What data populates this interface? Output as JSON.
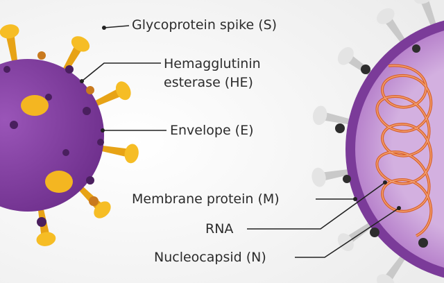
{
  "labels": {
    "spike": "Glycoprotein spike  (S)",
    "he_line1": "Hemagglutinin",
    "he_line2": "esterase (HE)",
    "envelope": "Envelope  (E)",
    "membrane": "Membrane protein (M)",
    "rna": "RNA",
    "nucleocapsid": "Nucleocapsid (N)"
  },
  "colors": {
    "envelope_purple": "#7b3b99",
    "inner_purple": "#c9a0d8",
    "spike_yellow": "#f1b31d",
    "spike_grey": "#d9d9d9",
    "rna_orange": "#d9622b",
    "leader_line": "#222222"
  }
}
